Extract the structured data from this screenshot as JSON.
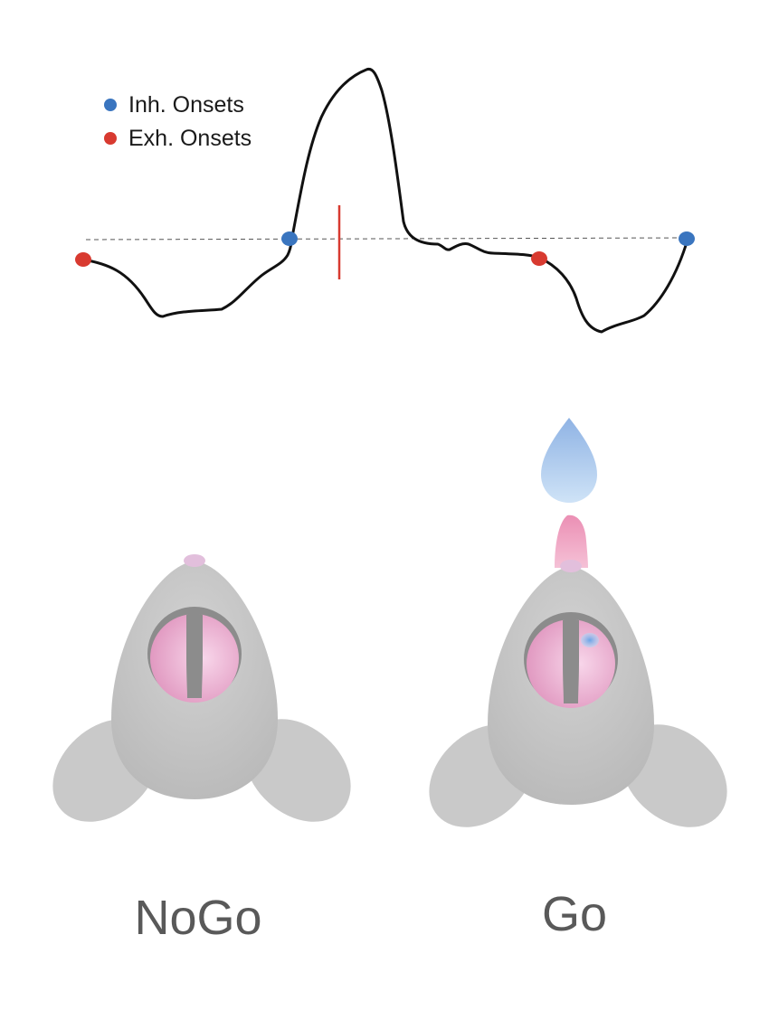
{
  "legend": {
    "inhalation": {
      "label": "Inh. Onsets",
      "color": "#3a75bf"
    },
    "exhalation": {
      "label": "Exh. Onsets",
      "color": "#d83a30"
    }
  },
  "stimulus_marker_color": "#d83a30",
  "conditions": {
    "nogo": {
      "label": "NoGo"
    },
    "go": {
      "label": "Go"
    }
  },
  "colors": {
    "trace": "#111111",
    "baseline": "#555555",
    "mouse_body": "#c8c8c8",
    "ear": "#f0b0cf",
    "brain_dark": "#8c8c8c",
    "nose": "#e2bfdc",
    "tongue": "#e896b6",
    "water_drop": "#a9c9ee",
    "bulb_spot": "#7fb3ea"
  }
}
